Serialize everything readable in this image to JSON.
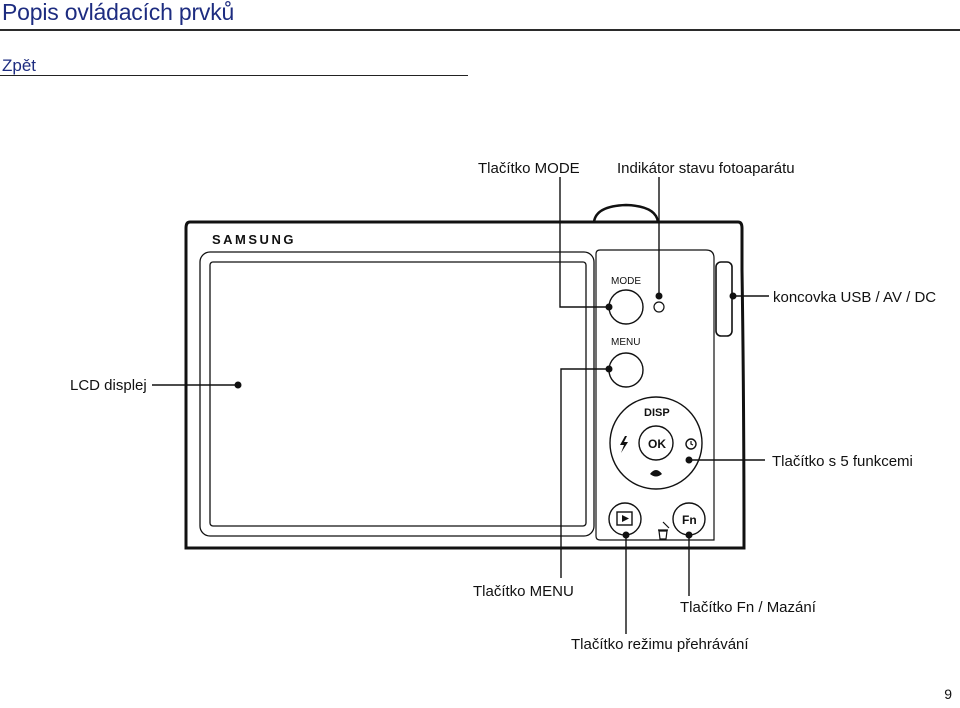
{
  "header": {
    "title": "Popis ovládacích prvků"
  },
  "nav": {
    "back_label": "Zpět"
  },
  "camera": {
    "brand": "SAMSUNG",
    "button_mode": "MODE",
    "button_menu": "MENU",
    "button_disp": "DISP",
    "button_ok": "OK",
    "button_fn": "Fn"
  },
  "callouts": {
    "mode_button": "Tlačítko MODE",
    "status_indicator": "Indikátor stavu fotoaparátu",
    "usb_port": "koncovka USB / AV / DC",
    "lcd": "LCD displej",
    "five_function": "Tlačítko s 5 funkcemi",
    "menu_button": "Tlačítko MENU",
    "fn_delete": "Tlačítko Fn / Mazání",
    "playback": "Tlačítko režimu přehrávání"
  },
  "footer": {
    "page_number": "9"
  }
}
